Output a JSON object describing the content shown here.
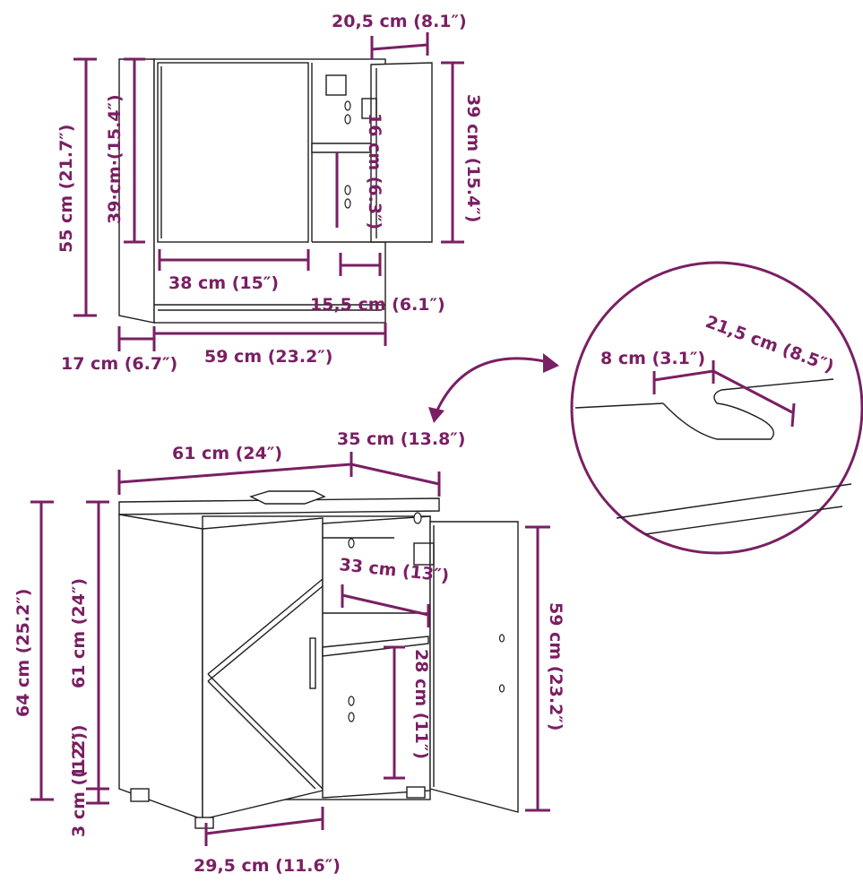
{
  "cabinet_top": {
    "width_inside_door": "20,5 cm (8.1″)",
    "height_total": "55 cm (21.7″)",
    "height_mirror": "39·cm·(15.4″)",
    "height_door": "39 cm (15.4″)",
    "shelf_gap": "16 cm (6.3″)",
    "mirror_width": "38 cm (15″)",
    "shelf_depth": "15,5 cm (6.1″)",
    "depth": "17 cm (6.7″)",
    "width": "59 cm (23.2″)"
  },
  "detail": {
    "cutout_width": "8 cm (3.1″)",
    "cutout_depth": "21,5 cm (8.5″)"
  },
  "cabinet_bottom": {
    "width": "61 cm (24″)",
    "depth": "35 cm (13.8″)",
    "height_total": "64 cm (25.2″)",
    "height_body": "61 cm (24″)",
    "feet_height": "3 cm (1.2″)",
    "leg_offset": "(1.2″)",
    "inner_width": "33 cm (13″)",
    "inner_height": "28 cm (11″)",
    "door_height": "59 cm (23.2″)",
    "door_width": "29,5 cm (11.6″)"
  },
  "colors": {
    "dimension": "#7a1f63",
    "outline": "#1f1f1f"
  }
}
